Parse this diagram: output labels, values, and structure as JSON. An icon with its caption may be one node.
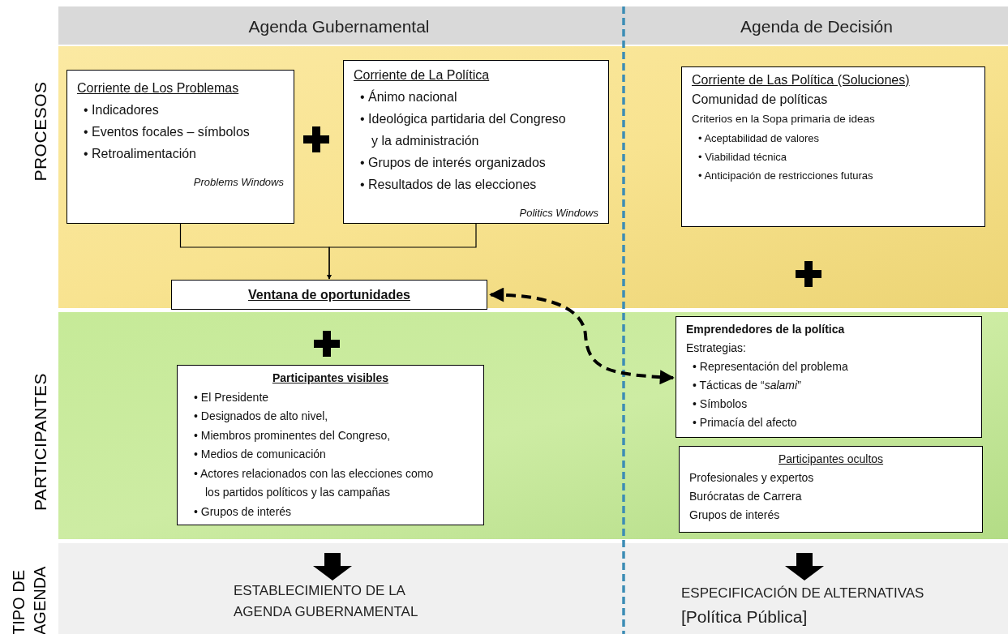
{
  "diagram": {
    "nodes": [
      {
        "text": [
          "Corriente de Los Problemas",
          "• Indicadores",
          "• Eventos focales – símbolos",
          "• Retroalimentación",
          "Problems Windows"
        ]
      },
      {
        "text": [
          "Corriente de La Política",
          "• Ánimo nacional",
          "• Ideológica partidaria del Congreso y la administración",
          "• Grupos de interés organizados",
          "• Resultados de las elecciones",
          "Politics Windows"
        ]
      },
      {
        "text": [
          "Ventana de oportunidades"
        ]
      },
      {
        "text": [
          "Corriente de Las Política (Soluciones)",
          "Comunidad de políticas",
          "Criterios en la Sopa primaria de ideas",
          "• Aceptabilidad de valores",
          "• Viabilidad técnica",
          "• Anticipación de restricciones futuras"
        ]
      },
      {
        "text": [
          "Participantes visibles",
          "• El Presidente",
          "• Designados de alto nivel,",
          "• Miembros prominentes del Congreso,",
          "• Medios de comunicación",
          "• Actores relacionados con las elecciones como los partidos políticos y las campañas",
          "• Grupos de interés"
        ]
      },
      {
        "text": [
          "Emprendedores de la política",
          "Estrategias:",
          "• Representación del problema",
          "• Tácticas de “*salami*”",
          "• Símbolos",
          "• Primacía del afecto"
        ]
      },
      {
        "text": [
          "Participantes ocultos",
          "Profesionales y expertos",
          "Burócratas de Carrera",
          "Grupos de interés"
        ]
      }
    ],
    "edges": [
      {
        "from": 0,
        "to": 2,
        "arrow": "to"
      },
      {
        "from": 1,
        "to": 2,
        "arrow": "to"
      },
      {
        "from": 2,
        "to": 5,
        "arrow": "both",
        "style": "dashed"
      }
    ],
    "labels": [
      "Agenda Gubernamental",
      "Agenda de Decisión",
      "PROCESOS",
      "PARTICIPANTES",
      "TIPO DE AGENDA",
      "ESTABLECIMIENTO DE LA AGENDA GUBERNAMENTAL",
      "ESPECIFICACIÓN DE ALTERNATIVAS",
      "[Política Pública]"
    ]
  }
}
